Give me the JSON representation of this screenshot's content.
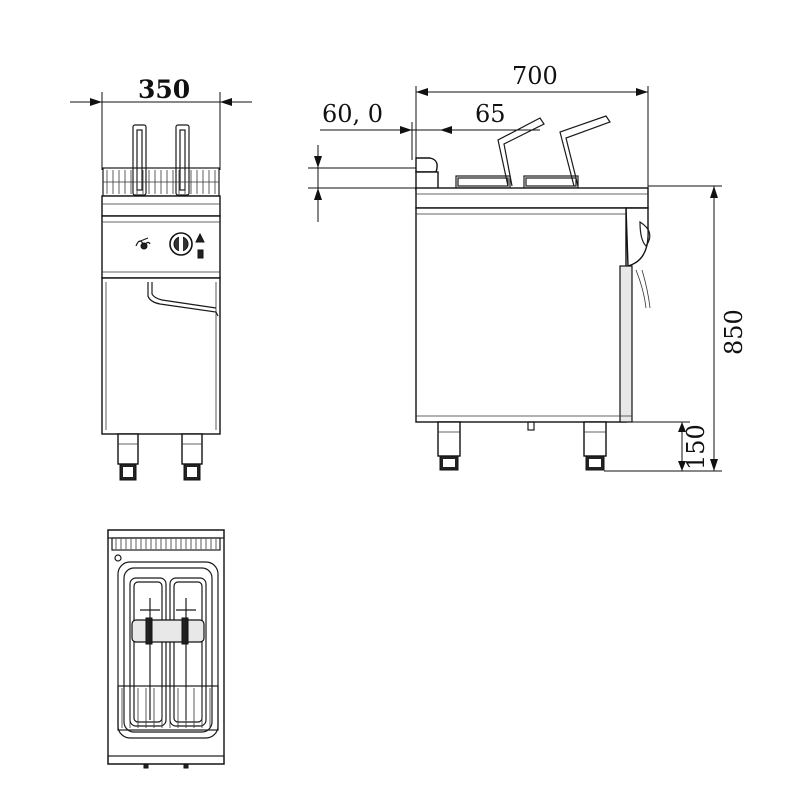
{
  "dimensions": {
    "front_width": "350",
    "side_depth": "700",
    "offset_a": "60, 0",
    "offset_b": "65",
    "height_total": "850",
    "leg_height": "150"
  },
  "icons": {
    "flame": "flame-symbol-icon",
    "knob": "control-knob-icon",
    "indicator": "indicator-light-icon"
  }
}
